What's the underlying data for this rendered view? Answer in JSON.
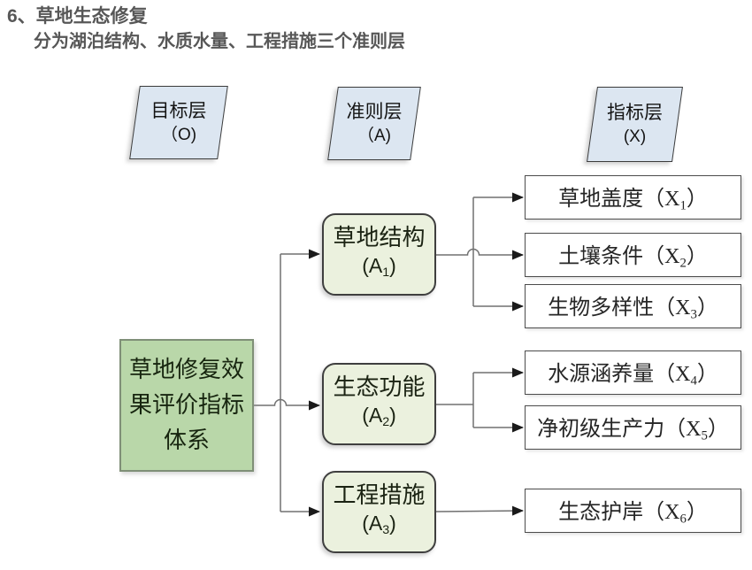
{
  "title": "6、草地生态修复",
  "subtitle": "分为湖泊结构、水质水量、工程措施三个准则层",
  "layers": [
    {
      "label": "目标层",
      "sub": "（O)"
    },
    {
      "label": "准则层",
      "sub": "（A)"
    },
    {
      "label": "指标层",
      "sub": "(X)"
    }
  ],
  "goal": {
    "text": "草地修复效果评价指标体系"
  },
  "criteria": [
    {
      "name": "草地结构",
      "pre": "(A",
      "sub": "1",
      "post": ")"
    },
    {
      "name": "生态功能",
      "pre": "(A",
      "sub": "2",
      "post": ")"
    },
    {
      "name": "工程措施",
      "pre": "(A",
      "sub": "3",
      "post": ")"
    }
  ],
  "indicators": [
    {
      "name": "草地盖度",
      "pre": "（X",
      "sub": "1",
      "post": "）"
    },
    {
      "name": "土壤条件",
      "pre": "（X",
      "sub": "2",
      "post": "）"
    },
    {
      "name": "生物多样性",
      "pre": "（X",
      "sub": "3",
      "post": "）"
    },
    {
      "name": "水源涵养量",
      "pre": "（X",
      "sub": "4",
      "post": "）"
    },
    {
      "name": "净初级生产力",
      "pre": "（X",
      "sub": "5",
      "post": "）"
    },
    {
      "name": "生态护岸",
      "pre": "（X",
      "sub": "6",
      "post": "）"
    }
  ],
  "colors": {
    "layer_fill": "#dce6f1",
    "goal_fill": "#b9d7a9",
    "criteria_fill": "#ebf1de",
    "indicator_fill": "#ffffff",
    "line": "#707070",
    "arrow": "#1a1a1a",
    "title_text": "#575757"
  }
}
